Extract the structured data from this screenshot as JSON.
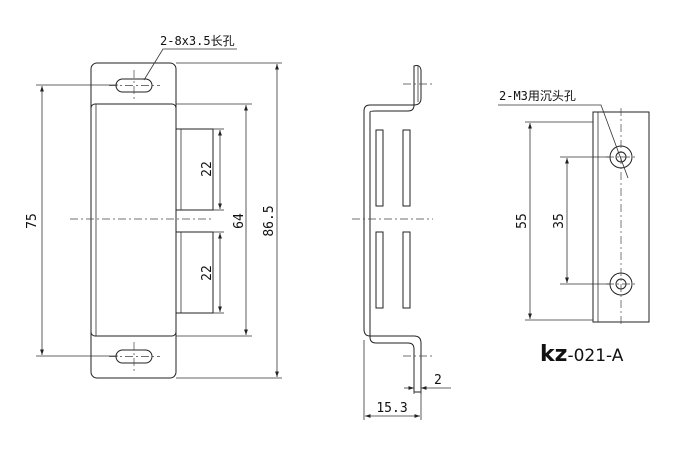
{
  "front_view": {
    "slot_note": "2-8x3.5长孔",
    "dims": {
      "overall_slot_pitch": "75",
      "inner_height": "64",
      "overall_height": "86.5",
      "magnet_upper": "22",
      "magnet_lower": "22"
    }
  },
  "side_view": {
    "dims": {
      "thickness": "2",
      "depth": "15.3"
    }
  },
  "mount_view": {
    "hole_note": "2-M3用沉头孔",
    "dims": {
      "plate_height": "55",
      "hole_pitch": "35"
    }
  },
  "model": {
    "prefix": "kz",
    "suffix": "-021-A"
  }
}
